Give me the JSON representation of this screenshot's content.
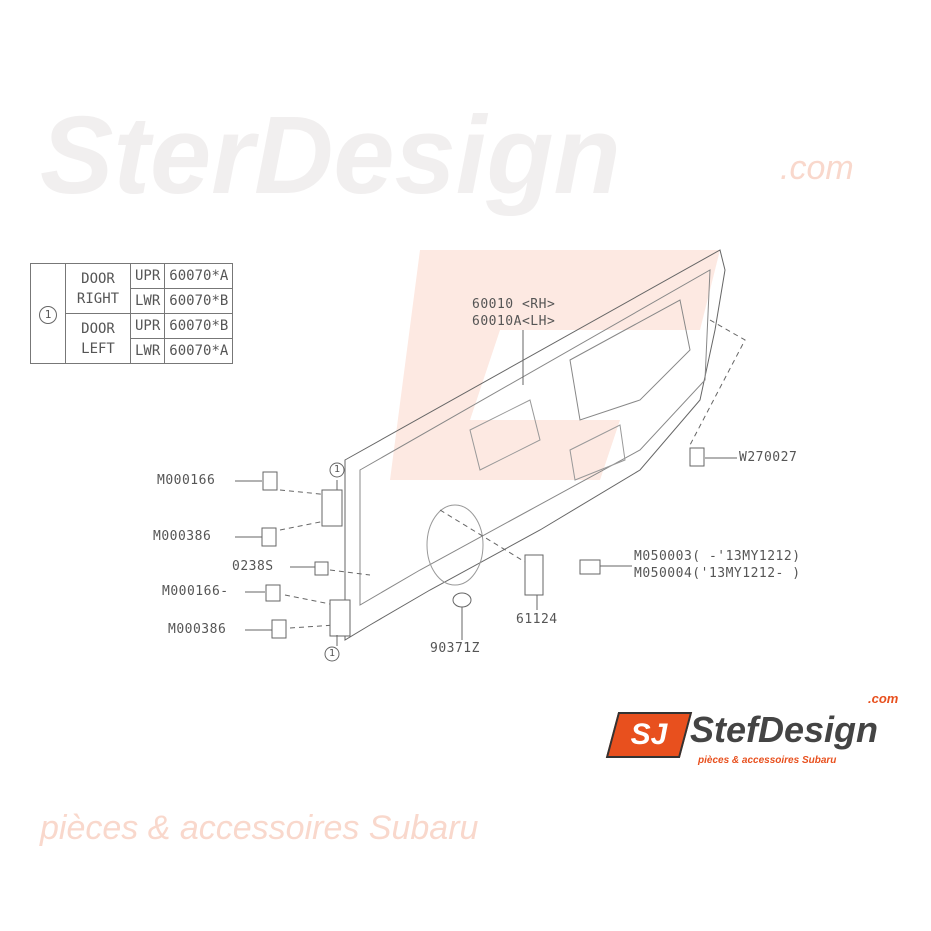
{
  "watermark": {
    "brand": "SterDesign",
    "domain": ".com",
    "tagline": "pièces & accessoires Subaru"
  },
  "legend_table": {
    "callout": "1",
    "rows": [
      {
        "group": "DOOR RIGHT",
        "pos": "UPR",
        "part": "60070*A"
      },
      {
        "group": "",
        "pos": "LWR",
        "part": "60070*B"
      },
      {
        "group": "DOOR LEFT",
        "pos": "UPR",
        "part": "60070*B"
      },
      {
        "group": "",
        "pos": "LWR",
        "part": "60070*A"
      }
    ],
    "group_right": "DOOR\nRIGHT",
    "group_left": "DOOR\nLEFT"
  },
  "parts": {
    "door_rh": "60010  <RH>",
    "door_lh": "60010A<LH>",
    "w270027": "W270027",
    "m000166_top": "M000166",
    "m000386_top": "M000386",
    "n0238s": "0238S",
    "m000166_bottom": "M000166-",
    "m000386_bottom": "M000386",
    "m050003": "M050003( -'13MY1212)",
    "m050004": "M050004('13MY1212- )",
    "p61124": "61124",
    "p90371z": "90371Z",
    "callout_1": "1"
  },
  "logo": {
    "icon": "SJ",
    "name": "StefDesign",
    "domain": ".com",
    "tagline": "pièces & accessoires Subaru",
    "accent": "#e8501e"
  }
}
